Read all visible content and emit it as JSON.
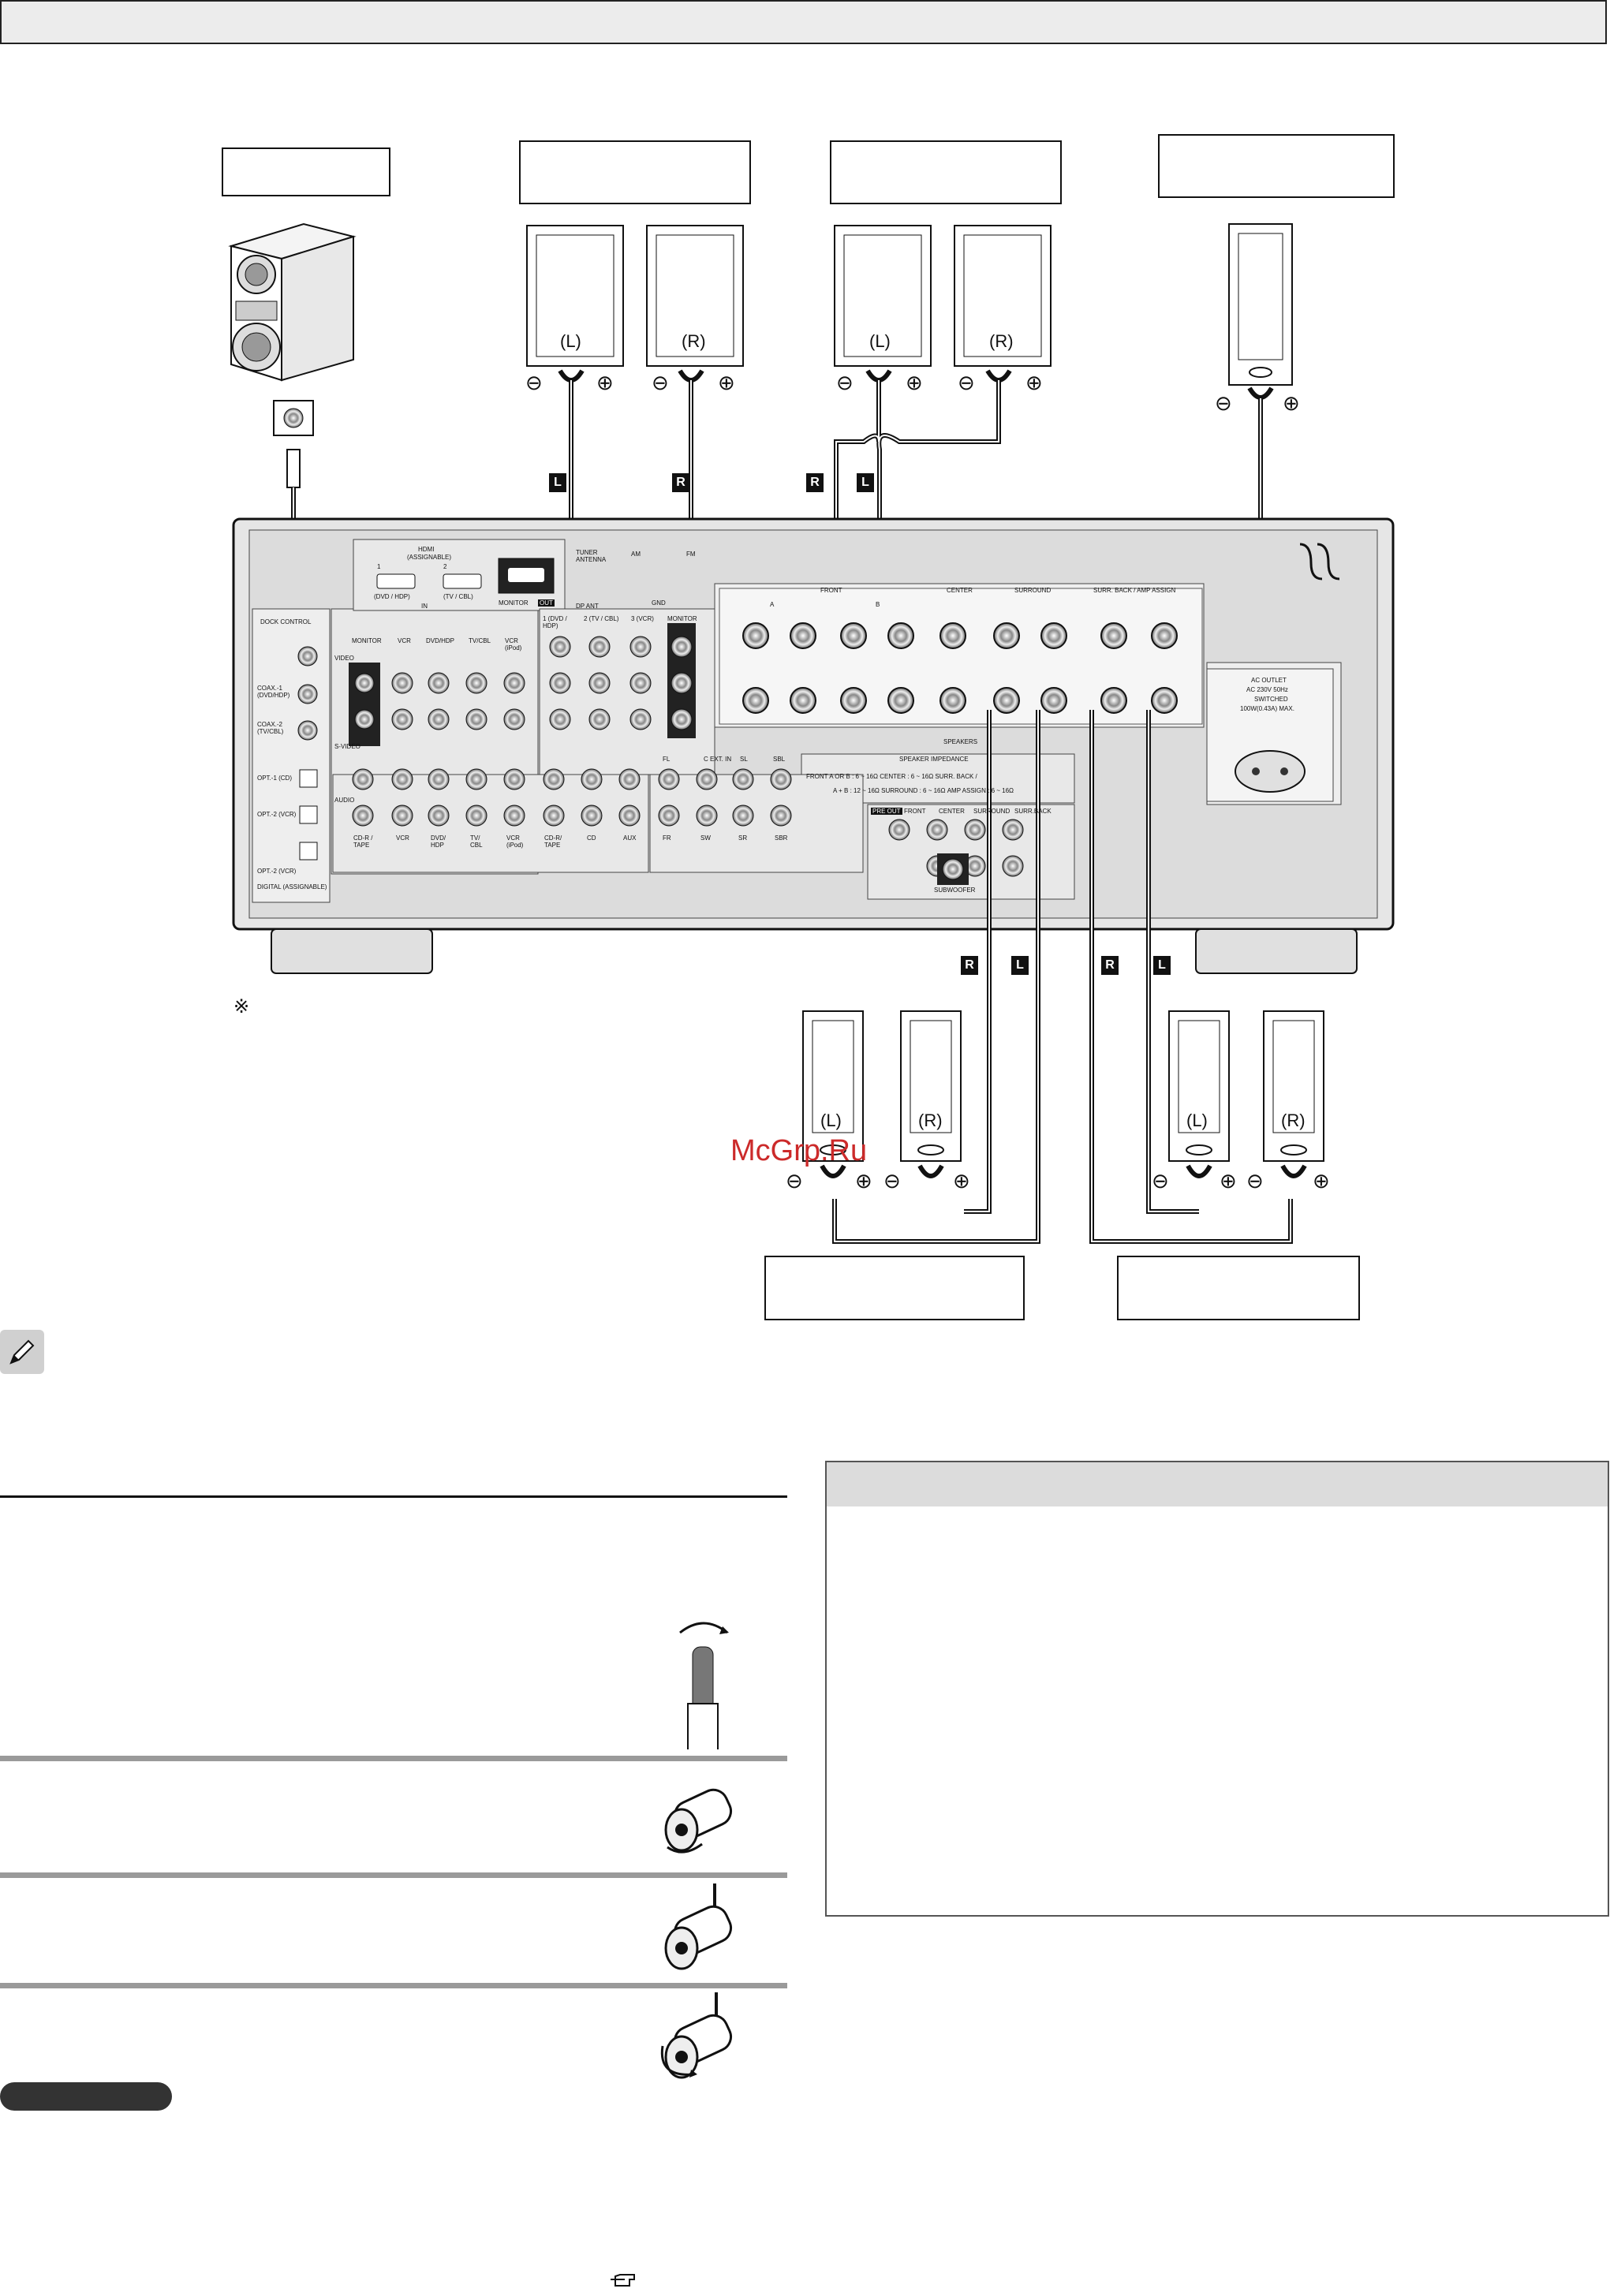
{
  "watermark": "McGrp.Ru",
  "note_symbol": "※",
  "channel_tags": {
    "left": "L",
    "right": "R"
  },
  "speaker_labels": {
    "left": "(L)",
    "right": "(R)"
  },
  "terminal_marks": {
    "minus": "⊖",
    "plus": "⊕"
  },
  "panel": {
    "hdmi_title": "HDMI",
    "hdmi_assignable": "(ASSIGNABLE)",
    "hdmi_1": "1",
    "hdmi_2": "2",
    "hdmi_in1_src": "(DVD / HDP)",
    "hdmi_in2_src": "(TV / CBL)",
    "hdmi_in": "IN",
    "monitor_out": "MONITOR",
    "out": "OUT",
    "tuner_antenna": "TUNER ANTENNA",
    "am": "AM",
    "fm": "FM",
    "gnd": "GND",
    "dp_ant": "DP ANT",
    "dock_control": "DOCK CONTROL",
    "coax1": "COAX.-1 (DVD/HDP)",
    "coax2": "COAX.-2 (TV/CBL)",
    "opt1": "OPT.-1 (CD)",
    "opt2": "OPT.-2 (VCR)",
    "opt_out": "OPT.-2 (VCR)",
    "digital_assignable": "DIGITAL (ASSIGNABLE)",
    "video": "VIDEO",
    "svideo": "S-VIDEO",
    "audio": "AUDIO",
    "video_cols": [
      "MONITOR",
      "VCR",
      "DVD/HDP",
      "TV/CBL",
      "VCR (iPod)"
    ],
    "audio_cols": [
      "CD-R / TAPE",
      "VCR",
      "DVD/ HDP",
      "TV/ CBL",
      "VCR (iPod)",
      "CD-R/ TAPE",
      "CD",
      "AUX"
    ],
    "component_cols": [
      "1 (DVD / HDP)",
      "2 (TV / CBL)",
      "3 (VCR)",
      "MONITOR"
    ],
    "ext_in": "EXT. IN",
    "ext_cols_top": [
      "FL",
      "C",
      "SL",
      "SBL"
    ],
    "ext_cols_bottom": [
      "FR",
      "SW",
      "SR",
      "SBR"
    ],
    "front": "FRONT",
    "front_a": "A",
    "front_b": "B",
    "center": "CENTER",
    "surround": "SURROUND",
    "surr_back": "SURR. BACK / AMP ASSIGN",
    "speakers": "SPEAKERS",
    "impedance_title": "SPEAKER IMPEDANCE",
    "impedance_1": "FRONT  A OR B : 6 ~ 16Ω   CENTER      : 6 ~ 16Ω   SURR. BACK /",
    "impedance_2": "A + B : 12 ~ 16Ω   SURROUND : 6 ~ 16Ω   AMP ASSIGN : 6 ~ 16Ω",
    "pre_out": "PRE OUT",
    "pre_cols": [
      "FRONT",
      "CENTER",
      "SURROUND",
      "SURR.BACK"
    ],
    "subwoofer": "SUBWOOFER",
    "ac_outlet": "AC OUTLET",
    "ac_spec": "AC 230V  50Hz",
    "switched": "SWITCHED",
    "max": "100W(0.43A) MAX."
  }
}
